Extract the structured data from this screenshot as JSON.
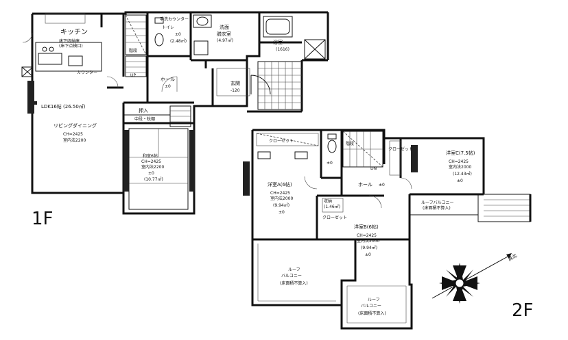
{
  "floors": {
    "first": {
      "label": "1F",
      "rooms": {
        "kitchen": "キッチン",
        "counter": "カウンター",
        "underfloor": "床下収納庫",
        "underfloor_sub": "(床下点検口)",
        "ldk": "LDK16帖 (26.50㎡)",
        "living_dining": "リビングダイニング",
        "living_ch": "CH=2425",
        "living_inner": "室内法2200",
        "toilet": "トイレ",
        "toilet_wash": "手洗カウンター",
        "toilet_area": "(2.48㎡)",
        "toilet_level": "±0",
        "washroom": "洗面",
        "washroom2": "脱衣室",
        "washroom_area": "(4.97㎡)",
        "bath": "浴室",
        "bath_size": "(1616)",
        "hall": "ホール",
        "hall_level": "±0",
        "entrance": "玄関",
        "entrance_level": "-120",
        "closet": "押入",
        "closet_sub": "中段・枕棚",
        "japanese": "和室6帖",
        "japanese_ch": "CH=2425",
        "japanese_inner": "室内法2200",
        "japanese_level": "±0",
        "japanese_area": "(10.77㎡)",
        "stair_up": "UP",
        "hall_storage": "階段"
      }
    },
    "second": {
      "label": "2F",
      "rooms": {
        "western_a": "洋室A(6帖)",
        "western_a_ch": "CH=2425",
        "western_a_inner": "室内法2000",
        "western_a_area": "(9.94㎡)",
        "western_a_level": "±0",
        "western_b": "洋室B(6帖)",
        "western_b_ch": "CH=2425",
        "western_b_inner": "室内法2000",
        "western_b_area": "(9.94㎡)",
        "western_b_level": "±0",
        "western_c": "洋室C(7.5帖)",
        "western_c_ch": "CH=2425",
        "western_c_inner": "室内法2000",
        "western_c_area": "(12.43㎡)",
        "western_c_level": "±0",
        "hall": "ホール",
        "hall_level": "±0",
        "roof_balcony_right": "ルーフバルコニー",
        "roof_balcony_right_sub": "(床面積不算入)",
        "roof_balcony_left": "ルーフ\nバルコニー",
        "roof_balcony_left_l1": "ルーフ",
        "roof_balcony_left_l2": "バルコニー",
        "roof_balcony_left_sub": "(床面積不算入)",
        "roof_balcony_bottom_l1": "ルーフ",
        "roof_balcony_bottom_l2": "バルコニー",
        "roof_balcony_bottom_sub": "(床面積不算入)",
        "stair_dn": "DN",
        "toilet_level": "±0",
        "closet_a": "クローゼット",
        "closet_c": "クローゼット",
        "closet_b": "クローゼット",
        "storage": "収納",
        "storage_sub": "(1.46㎡)"
      }
    }
  },
  "compass": {
    "label": "真北"
  }
}
